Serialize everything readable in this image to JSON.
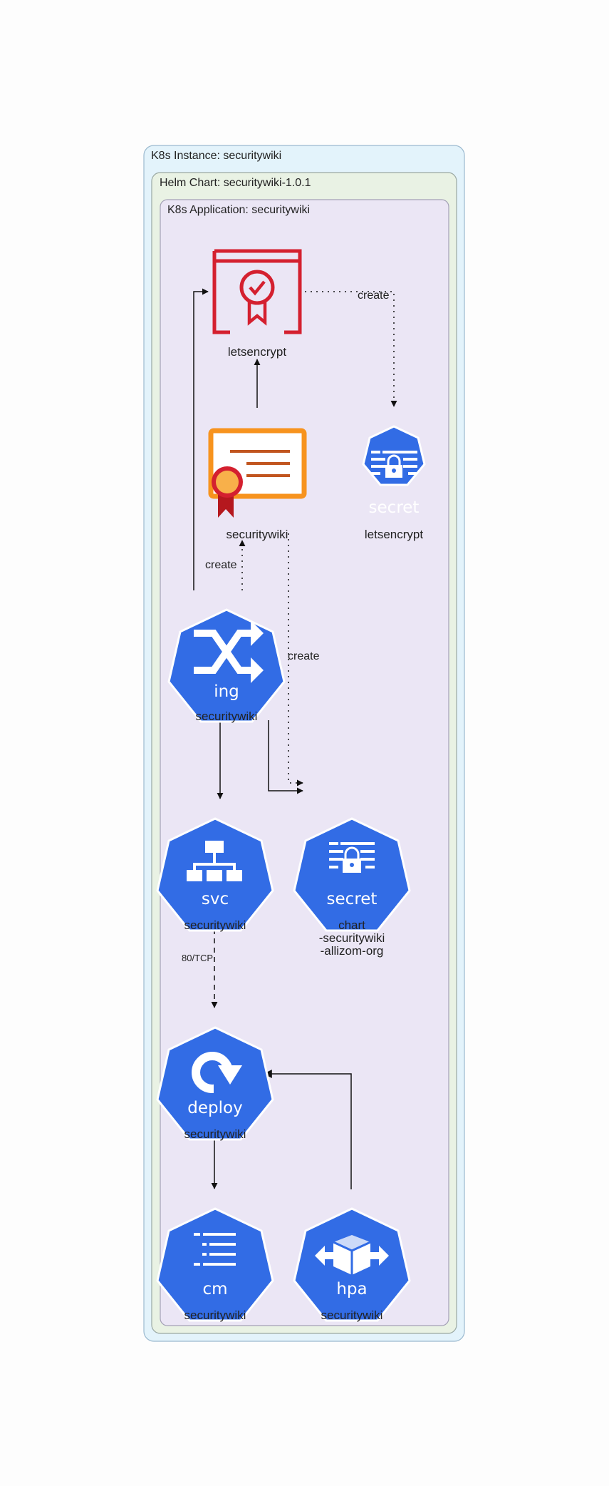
{
  "clusters": {
    "instance": "K8s Instance: securitywiki",
    "helm": "Helm Chart: securitywiki-1.0.1",
    "application": "K8s Application: securitywiki"
  },
  "nodes": {
    "issuer": {
      "label": "letsencrypt",
      "icon": "issuer-icon"
    },
    "certificate": {
      "label": "securitywiki",
      "icon": "certificate-icon"
    },
    "secret_letsencrypt": {
      "label": "letsencrypt",
      "kind": "secret",
      "icon": "secret-icon"
    },
    "ingress": {
      "label": "securitywiki",
      "kind": "ing",
      "icon": "ingress-icon"
    },
    "service": {
      "label": "securitywiki",
      "kind": "svc",
      "icon": "service-icon"
    },
    "secret_chart": {
      "label_lines": [
        "chart",
        "-securitywiki",
        "-allizom-org"
      ],
      "kind": "secret",
      "icon": "secret-icon"
    },
    "deployment": {
      "label": "securitywiki",
      "kind": "deploy",
      "icon": "deployment-icon"
    },
    "configmap": {
      "label": "securitywiki",
      "kind": "cm",
      "icon": "configmap-icon"
    },
    "hpa": {
      "label": "securitywiki",
      "kind": "hpa",
      "icon": "hpa-icon"
    }
  },
  "edges": {
    "issuer_create": "create",
    "ingress_create": "create",
    "certificate_create": "create",
    "service_port": "80/TCP"
  },
  "colors": {
    "k8s_blue": "#326ce5",
    "issuer_red": "#d4202f",
    "cert_orange": "#f7931e",
    "instance_fill": "#e3f3fb",
    "helm_fill": "#e9f2e4",
    "app_fill": "#ebe6f5"
  }
}
